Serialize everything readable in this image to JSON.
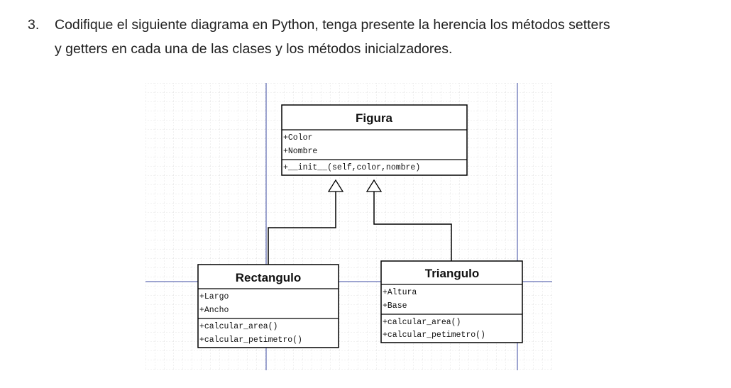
{
  "question": {
    "number": "3.",
    "line1": "Codifique el siguiente diagrama en Python, tenga presente la herencia los métodos setters",
    "line2": "y getters en cada una de las clases y los métodos inicialzadores."
  },
  "diagram": {
    "classes": {
      "figura": {
        "name": "Figura",
        "attributes": [
          "+Color",
          "+Nombre"
        ],
        "methods": [
          "+__init__(self,color,nombre)"
        ]
      },
      "rectangulo": {
        "name": "Rectangulo",
        "attributes": [
          "+Largo",
          "+Ancho"
        ],
        "methods": [
          "+calcular_area()",
          "+calcular_petimetro()"
        ]
      },
      "triangulo": {
        "name": "Triangulo",
        "attributes": [
          "+Altura",
          "+Base"
        ],
        "methods": [
          "+calcular_area()",
          "+calcular_petimetro()"
        ]
      }
    },
    "colors": {
      "grid": "#d8d8d8",
      "guide": "#3b4aa0",
      "border": "#000000"
    }
  }
}
